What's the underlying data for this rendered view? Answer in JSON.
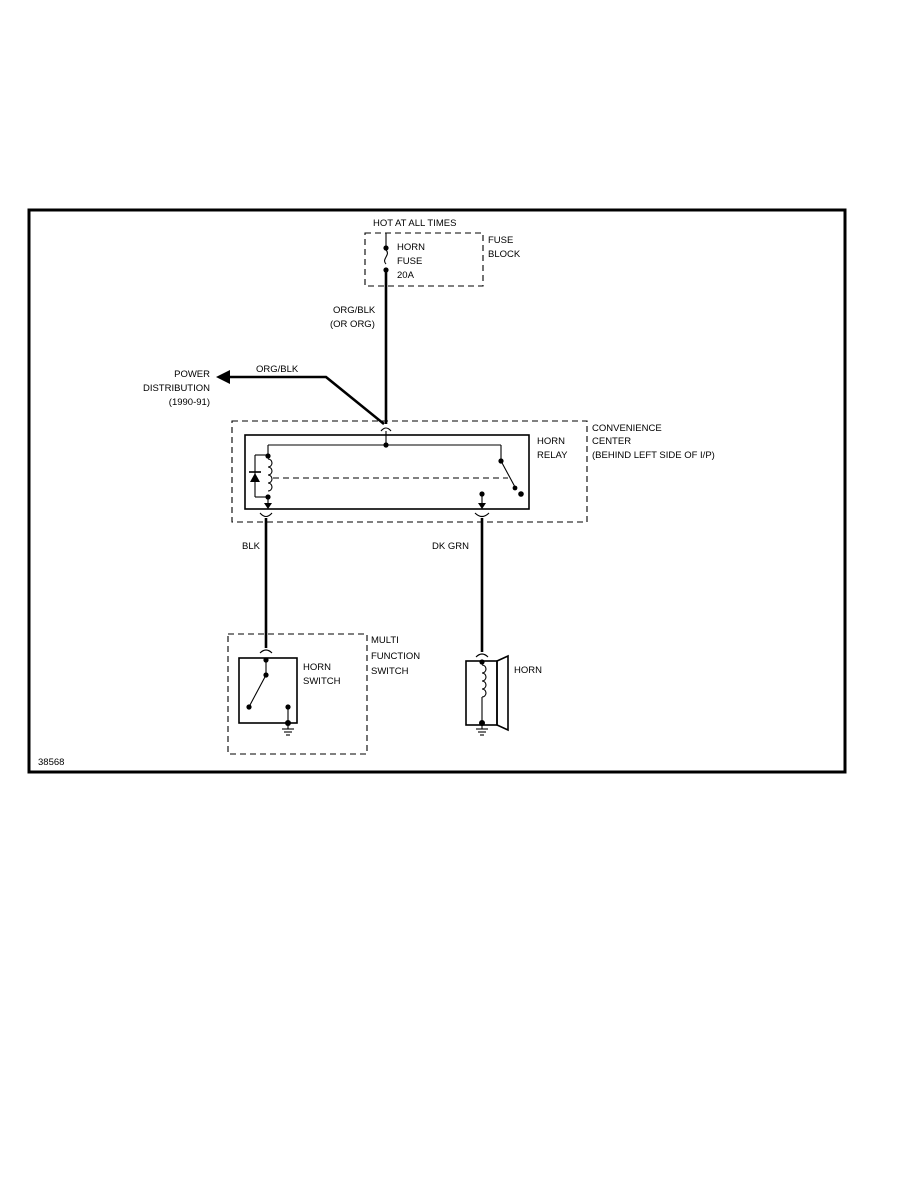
{
  "figure_id": "38568",
  "power_source": "HOT AT ALL TIMES",
  "fuse": {
    "line1": "HORN",
    "line2": "FUSE",
    "line3": "20A",
    "block_line1": "FUSE",
    "block_line2": "BLOCK"
  },
  "wires": {
    "feed_line1": "ORG/BLK",
    "feed_line2": "(OR ORG)",
    "branch": "ORG/BLK",
    "to_switch": "BLK",
    "to_horn": "DK GRN"
  },
  "power_distribution": {
    "line1": "POWER",
    "line2": "DISTRIBUTION",
    "line3": "(1990-91)"
  },
  "relay": {
    "line1": "HORN",
    "line2": "RELAY"
  },
  "convenience_center": {
    "line1": "CONVENIENCE",
    "line2": "CENTER",
    "line3": "(BEHIND LEFT SIDE OF I/P)"
  },
  "multifunction_switch": {
    "line1": "MULTI",
    "line2": "FUNCTION",
    "line3": "SWITCH"
  },
  "horn_switch": {
    "line1": "HORN",
    "line2": "SWITCH"
  },
  "horn": {
    "label": "HORN"
  }
}
